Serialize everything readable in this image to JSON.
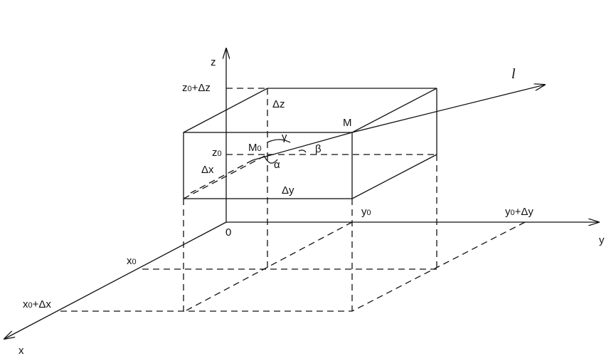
{
  "labels": {
    "axis_x": "x",
    "axis_y": "y",
    "axis_z": "z",
    "origin": "0",
    "direction": "l",
    "point_m": "M",
    "point_m0": "M",
    "point_m0_sub": "0",
    "alpha": "α",
    "beta": "β",
    "gamma": "γ",
    "delta_x": "Δx",
    "delta_y": "Δy",
    "delta_z": "Δz",
    "x0": "x",
    "x0_sub": "0",
    "y0": "y",
    "y0_sub": "0",
    "z0": "z",
    "z0_sub": "0",
    "x0_dx": "x",
    "x0_dx_sub": "0",
    "x0_dx_rest": "+Δx",
    "y0_dy": "y",
    "y0_dy_sub": "0",
    "y0_dy_rest": "+Δy",
    "z0_dz": "z",
    "z0_dz_sub": "0",
    "z0_dz_rest": "+Δz"
  }
}
